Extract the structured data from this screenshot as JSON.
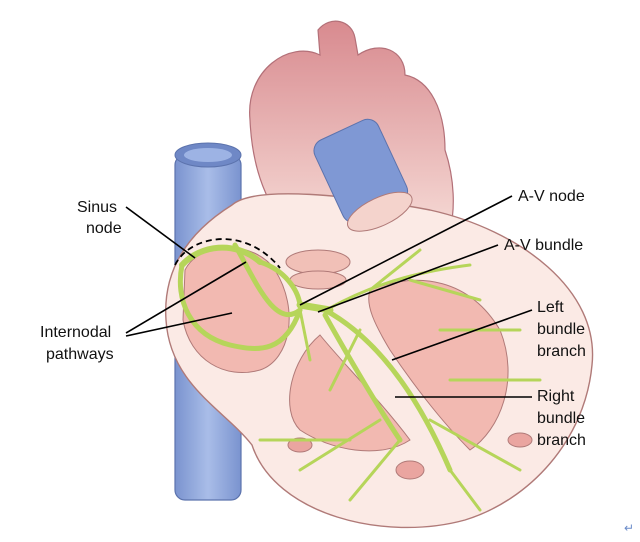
{
  "labels": {
    "sinus_node": [
      "Sinus",
      "node"
    ],
    "internodal_pathways": [
      "Internodal",
      "pathways"
    ],
    "av_node": "A-V node",
    "av_bundle": "A-V bundle",
    "left_bundle_branch": [
      "Left",
      "bundle",
      "branch"
    ],
    "right_bundle_branch": [
      "Right",
      "bundle",
      "branch"
    ]
  },
  "corner_mark": "↵",
  "colors": {
    "conduction": "#b6d55a",
    "vein": "#8fa6da",
    "muscle": "#f2b9b1",
    "wall": "#fbeae5"
  }
}
